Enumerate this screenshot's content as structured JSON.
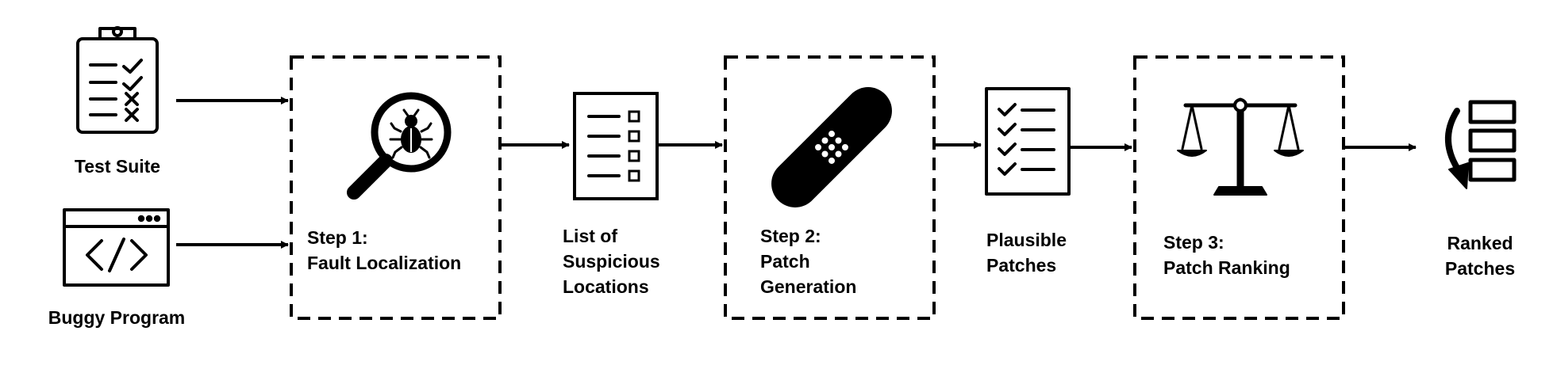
{
  "inputs": {
    "test_suite": {
      "label": "Test Suite",
      "icon": "clipboard-checklist-icon"
    },
    "buggy_program": {
      "label": "Buggy Program",
      "icon": "code-window-icon"
    }
  },
  "steps": [
    {
      "line1": "Step 1:",
      "line2": "Fault Localization",
      "line3": "",
      "icon": "magnifier-bug-icon"
    },
    {
      "line1": "Step 2:",
      "line2": "Patch",
      "line3": "Generation",
      "icon": "bandage-icon"
    },
    {
      "line1": "Step 3:",
      "line2": "Patch Ranking",
      "line3": "",
      "icon": "balance-scale-icon"
    }
  ],
  "intermediates": [
    {
      "lines": [
        "List of",
        "Suspicious",
        "Locations"
      ],
      "icon": "checkbox-list-icon"
    },
    {
      "lines": [
        "Plausible",
        "Patches"
      ],
      "icon": "checked-list-icon"
    }
  ],
  "output": {
    "lines": [
      "Ranked",
      "Patches"
    ],
    "icon": "ranked-list-icon"
  },
  "colors": {
    "stroke": "#000000",
    "background": "#ffffff"
  }
}
